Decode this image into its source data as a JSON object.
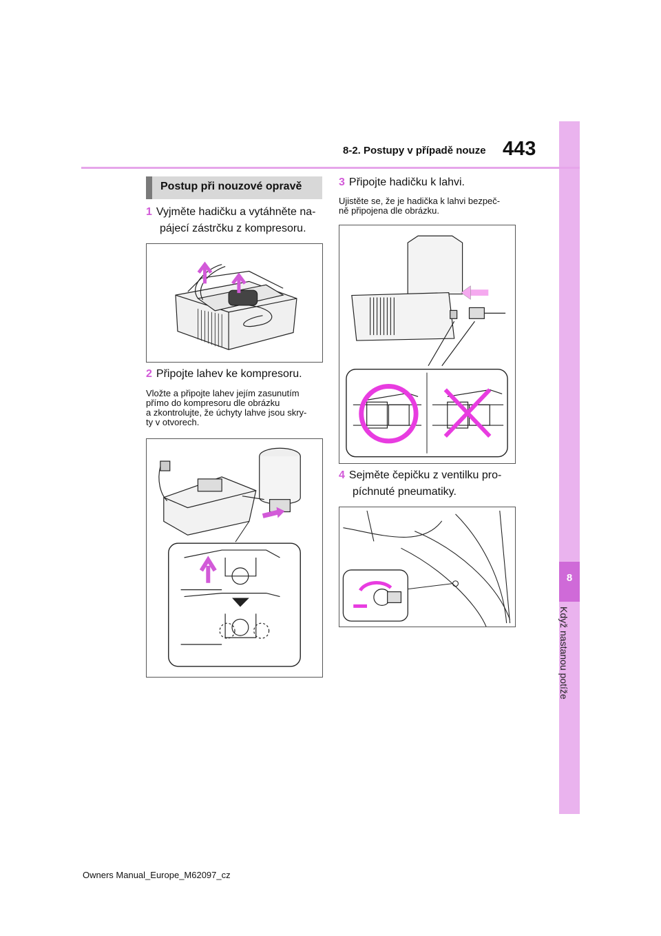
{
  "header": {
    "section": "8-2. Postupy v případě nouze",
    "page_number": "443"
  },
  "side_tab": {
    "chapter_number": "8",
    "chapter_title": "Když nastanou potíže"
  },
  "title": "Postup při nouzové opravě",
  "steps": [
    {
      "num": "1",
      "line1": "Vyjměte hadičku a vytáhněte na-",
      "line2": "pájecí zástrčku z kompresoru."
    },
    {
      "num": "2",
      "line1": "Připojte lahev ke kompresoru.",
      "note": [
        "Vložte a připojte lahev jejím zasunutím",
        "přímo do kompresoru dle obrázku",
        "a zkontrolujte, že úchyty lahve jsou skry-",
        "ty v otvorech."
      ]
    },
    {
      "num": "3",
      "line1": "Připojte hadičku k lahvi.",
      "note": [
        "Ujistěte se, že je hadička k lahvi bezpeč-",
        "ně připojena dle obrázku."
      ]
    },
    {
      "num": "4",
      "line1": "Sejměte čepičku z ventilku pro-",
      "line2": "píchnuté pneumatiky."
    }
  ],
  "colors": {
    "accent": "#d25ad8",
    "tab": "#eab3ee",
    "tab_dark": "#cf6ad8",
    "arrow_pink": "#f5a9ef",
    "mark_magenta": "#e83ce0"
  },
  "footer": "Owners Manual_Europe_M62097_cz"
}
